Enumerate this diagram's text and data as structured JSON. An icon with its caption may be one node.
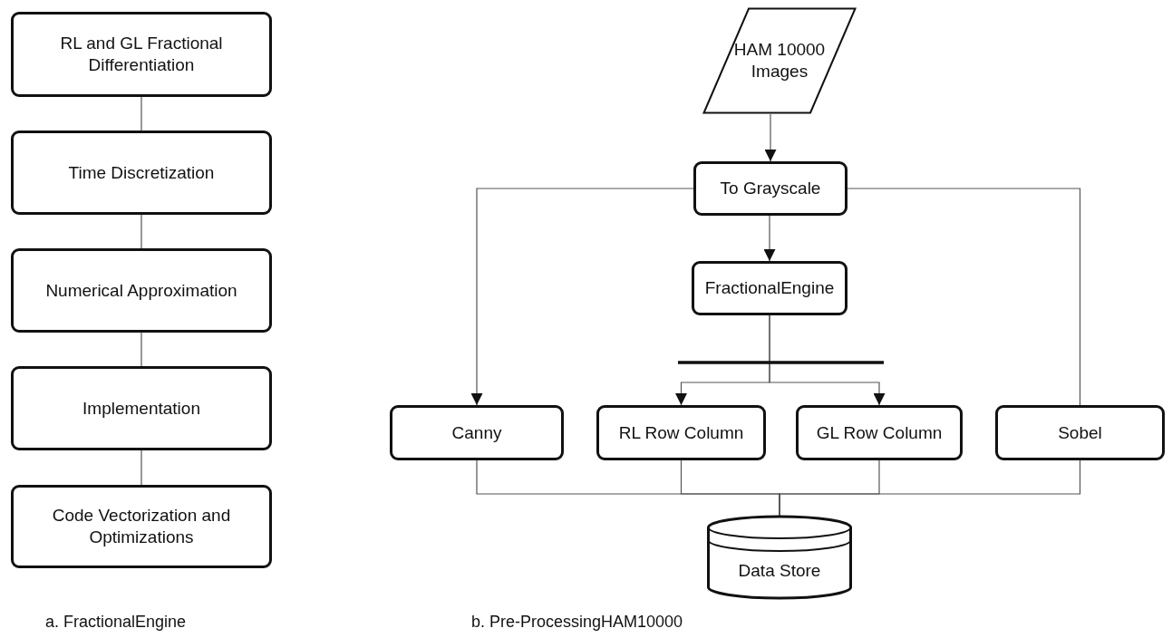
{
  "diagram": {
    "nodes": [
      {
        "text": [
          "RL and GL Fractional Differentiation"
        ]
      },
      {
        "text": [
          "Time Discretization"
        ]
      },
      {
        "text": [
          "Numerical Approximation"
        ]
      },
      {
        "text": [
          "Implementation"
        ]
      },
      {
        "text": [
          "Code Vectorization and Optimizations"
        ]
      },
      {
        "text": [
          "HAM 10000 Images"
        ]
      },
      {
        "text": [
          "To Grayscale"
        ]
      },
      {
        "text": [
          "FractionalEngine"
        ]
      },
      {
        "text": [
          "Canny"
        ]
      },
      {
        "text": [
          "RL Row Column"
        ]
      },
      {
        "text": [
          "GL Row Column"
        ]
      },
      {
        "text": [
          "Sobel"
        ]
      },
      {
        "text": [
          "Data Store"
        ]
      }
    ],
    "edges": [
      {
        "from": 0,
        "to": 1,
        "arrow": "none"
      },
      {
        "from": 1,
        "to": 2,
        "arrow": "none"
      },
      {
        "from": 2,
        "to": 3,
        "arrow": "none"
      },
      {
        "from": 3,
        "to": 4,
        "arrow": "none"
      },
      {
        "from": 5,
        "to": 6,
        "arrow": "to"
      },
      {
        "from": 6,
        "to": 7,
        "arrow": "to"
      },
      {
        "from": 6,
        "to": 8,
        "arrow": "to"
      },
      {
        "from": 6,
        "to": 11,
        "arrow": "none"
      },
      {
        "from": 7,
        "to": 9,
        "arrow": "to"
      },
      {
        "from": 7,
        "to": 10,
        "arrow": "to"
      },
      {
        "from": 8,
        "to": 12,
        "arrow": "none"
      },
      {
        "from": 9,
        "to": 12,
        "arrow": "none"
      },
      {
        "from": 10,
        "to": 12,
        "arrow": "none"
      },
      {
        "from": 11,
        "to": 12,
        "arrow": "none"
      }
    ],
    "labels": [
      "a. FractionalEngine",
      "b. Pre-ProcessingHAM10000"
    ]
  }
}
